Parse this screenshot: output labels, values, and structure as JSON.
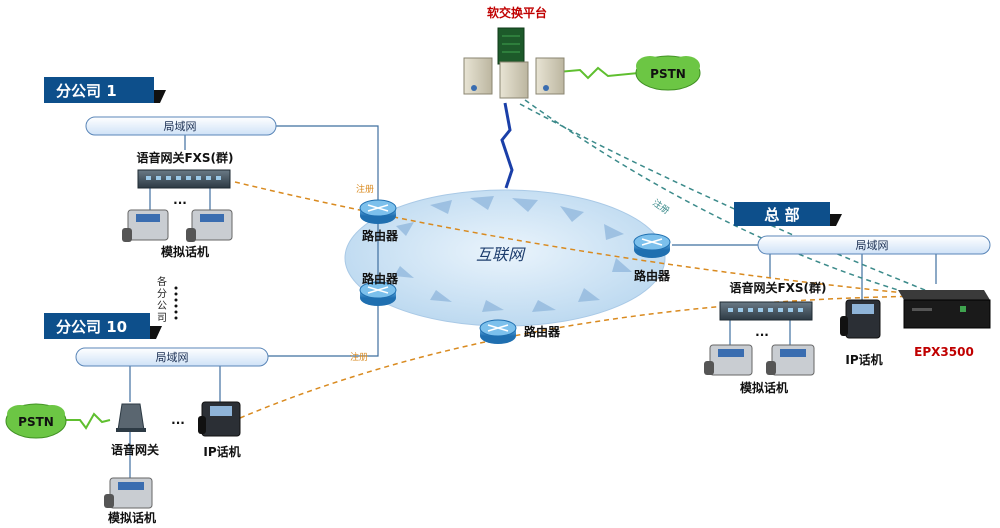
{
  "top_title": "软交换平台",
  "pstn_top": "PSTN",
  "pstn_left": "PSTN",
  "internet_label": "互联网",
  "epx_label": "EPX3500",
  "branch1": {
    "header": "分公司 1",
    "lan": "局域网",
    "gateway": "语音网关FXS(群)",
    "ellipsis": "...",
    "phones": "模拟话机",
    "register": "注册"
  },
  "branch_middle_text": "各分公司",
  "branch10": {
    "header": "分公司 10",
    "lan": "局域网",
    "gateway": "语音网关",
    "ellipsis": "...",
    "phones": "模拟话机",
    "ip_phone": "IP话机",
    "register": "注册"
  },
  "hq": {
    "header": "总 部",
    "lan": "局域网",
    "gateway": "语音网关FXS(群)",
    "ellipsis": "...",
    "phones": "模拟话机",
    "ip_phone": "IP话机",
    "register": "注册"
  },
  "routers": [
    "路由器",
    "路由器",
    "路由器",
    "路由器"
  ],
  "colors": {
    "header_bg": "#0d4f8b",
    "epx_text": "#c00000",
    "title_text": "#c00000",
    "pstn_cloud": "#6cc644",
    "register_line_orange": "#d98a1f",
    "register_line_teal": "#3b8a8a",
    "wan_bolt": "#1a3fa8"
  }
}
